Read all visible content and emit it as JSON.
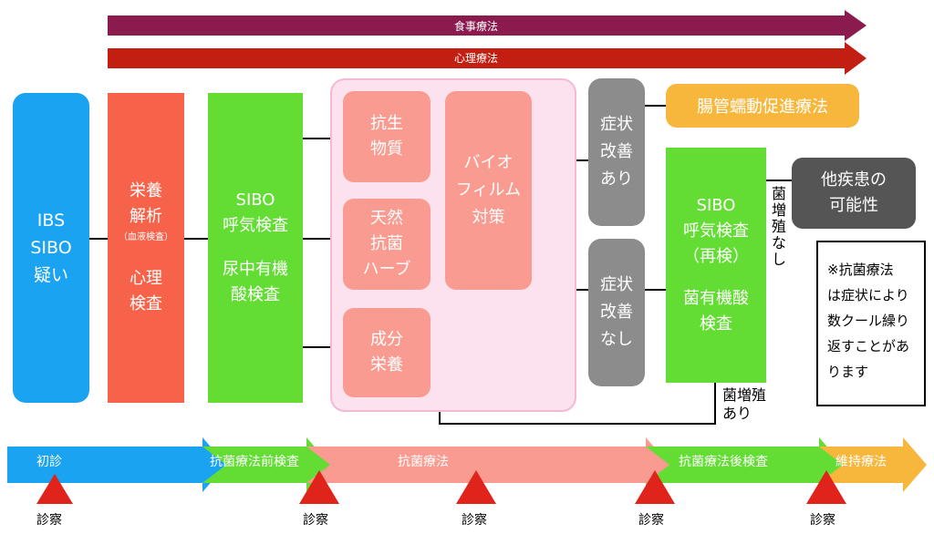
{
  "arrows_top": {
    "diet": "食事療法",
    "mind": "心理療法"
  },
  "boxes": {
    "ibs": "IBS\nSIBO\n疑い",
    "nutrition_top": "栄養\n解析",
    "nutrition_small": "（血液検査）",
    "nutrition_bottom": "心理\n検査",
    "sibo_test_top": "SIBO\n呼気検査",
    "sibo_test_bottom": "尿中有機\n酸検査",
    "antibiotic": "抗生\n物質",
    "herb": "天然\n抗菌\nハーブ",
    "nutrient": "成分\n栄養",
    "biofilm": "バイオ\nフィルム\n対策",
    "improved": "症状\n改善\nあり",
    "not_improved": "症状\n改善\nなし",
    "motility": "腸管蠕動促進療法",
    "retest_top": "SIBO\n呼気検査\n（再検）",
    "retest_bottom": "菌有機酸\n検査",
    "other_disease": "他疾患の\n可能性",
    "no_growth": "菌\n増\n殖\nな\nし",
    "growth": "菌増殖\nあり",
    "note": "※抗菌療法\nは症状により\n数クール繰り\n返すことがあ\nります"
  },
  "timeline": {
    "phase1": "初診",
    "phase2": "抗菌療法前検査",
    "phase3": "抗菌療法",
    "phase4": "抗菌療法後検査",
    "phase5": "維持療法"
  },
  "visits": [
    "診察",
    "診察",
    "診察",
    "診察",
    "診察"
  ],
  "colors": {
    "diet": "#8b1a4f",
    "mind": "#c21f12",
    "blue": "#1aa3f0",
    "orange_red": "#f7624a",
    "green": "#63dc34",
    "salmon": "#f99b90",
    "pink_bg": "#fce2ee",
    "gray": "#8c8c8c",
    "dark_gray": "#555555",
    "amber": "#f6b73c",
    "triangle": "#e0241b"
  }
}
